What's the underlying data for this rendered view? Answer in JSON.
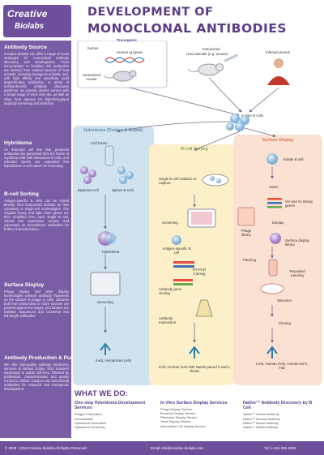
{
  "header": {
    "logo_line1": "Creative",
    "logo_line2": "Biolabs",
    "title_line1": "Development of",
    "title_line2": "Monoclonal Antibodies"
  },
  "sidebar": [
    {
      "heading": "Antibody Source",
      "text": "Creative Biolabs can offer a range of novel strategies for monoclonal antibody discovery and development. From immunization to isolation, the antibodies are derived from various sources of host animals, including transgenic animals, and, with high affinity and specificity, yield target-binding antibodies. In terms of animal-derived antibody discovery platforms, we provide diverse service with a broad range of mice and rats, as well as other host species for high-throughput antibody screening and selection."
    },
    {
      "heading": "Hybridoma",
      "text": "An immortal cell line that produces antibodies are generated from the fusion of myeloma cells with immunized B cells, and selected clones are expanded into hybridomas in cell culture for screening."
    },
    {
      "heading": "B-cell Sorting",
      "text": "Antigen-specific B cells can be sorted directly from immunized animals by flow cytometry or single-cell technologies. The cognate heavy and light chain genes are then amplified from each single B cell, cloned into expression vectors and expressed as recombinant antibodies for further characterization."
    },
    {
      "heading": "Surface Display",
      "text": "Phage display and other display technologies present antibody fragments on the surface of phage or cells. Libraries built from immunized or naive sources are panned against the target, and binders are isolated, sequenced and converted into full-length antibodies."
    },
    {
      "heading": "Antibody Production & Purification",
      "text": "We offer high-quality antibody production services at various scales, from transient expression to stable cell lines, followed by purification, characterization and quality control to deliver ready-to-use monoclonal antibodies for research and therapeutic development."
    }
  ],
  "top": {
    "transgenic_label": "Transgenic",
    "transgenic_sub": "human",
    "human_ig_label": "Human Ig genes",
    "mouse_label": "Humanized mouse",
    "immunized_label": "Immunized",
    "immunized_sub": "Host animals (e.g. mouse)",
    "infection_label": "Infected person",
    "isolate_label": "Isolate B cells"
  },
  "hybridoma": {
    "title": "Hybridoma (Rodent & Rabbit)",
    "steps": [
      "Cell fusion",
      "Myeloma cell",
      "Spleen B Cell",
      "Hybridoma",
      "Screening",
      "mAb, Humanized mAb"
    ]
  },
  "bcell": {
    "title": "B-cell Sorting",
    "steps": [
      "Single B cell isolation or capture",
      "Screening",
      "Antigen-specific B cell",
      "RT-PCR Cloning",
      "Antibody gene cloning",
      "Antibody expression",
      "mAb, Human mAb with Native paired H and L chains"
    ]
  },
  "display": {
    "title": "Surface Display",
    "steps": [
      "Isolate B cell",
      "cDNA",
      "VH and VL library genes",
      "Phage library",
      "Display",
      "Surface display library",
      "Panning",
      "Repeated panning",
      "Selection",
      "Cloning",
      "mAb, Human mAb, Human scFv, Fab"
    ]
  },
  "services": {
    "heading": "What we do:",
    "columns": [
      {
        "title": "One-stop Hybridoma Development Services",
        "items": [
          "Antigen Preparation",
          "Immunization",
          "Hybridoma Generation",
          "Hybridoma Screening"
        ]
      },
      {
        "title": "In Vitro Surface Display Services",
        "items": [
          "Phage Display Service",
          "Bacterial Display Service",
          "Ribosome Display Service",
          "Yeast Display Service",
          "Mammalian Cell Display Service"
        ]
      },
      {
        "title": "Native™ Antibody Discovery by B Cell",
        "items": [
          "Native™ Human Antibody",
          "Native™ Monkey Antibody",
          "Native™ Mouse Antibody",
          "Native™ Rabbit Antibody",
          "..."
        ]
      }
    ]
  },
  "footer": {
    "copyright": "© 2008 - 2018 Creative Biolabs All Rights Reserved",
    "email": "Email: info@creative-biolabs.com",
    "phone": "Tel: 1-631-381-2994"
  },
  "colors": {
    "brand": "#6d4f9b",
    "hybridoma": "#cfe2ee",
    "bcell": "#fdf0c8",
    "display": "#fbe1d2"
  }
}
